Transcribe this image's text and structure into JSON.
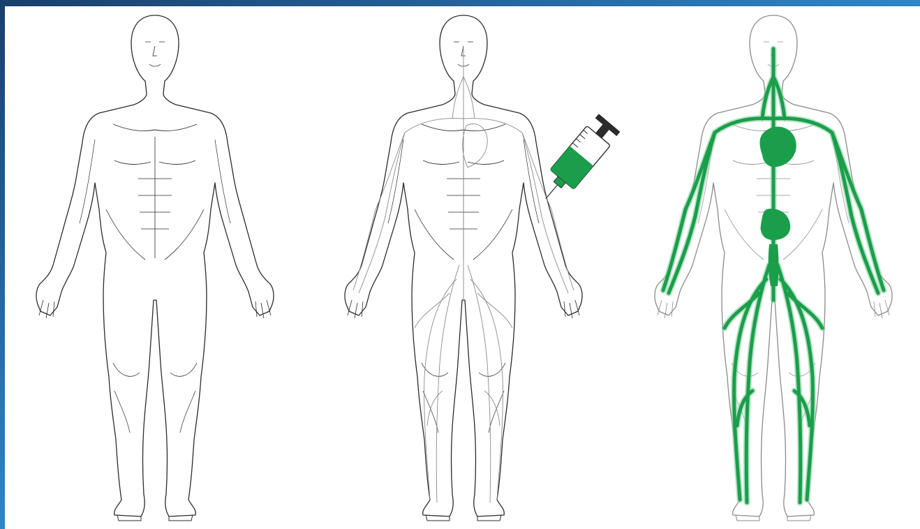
{
  "colors": {
    "line_art": "#2b2b2b",
    "line_art_light": "#8a8a8a",
    "contrast_green": "#1b9e4b",
    "contrast_green_light": "#7ccf99",
    "syringe_barrel": "#ffffff",
    "frame_blue_dark": "#1a3f6b",
    "frame_blue_light": "#2f86c8",
    "background": "#ffffff"
  },
  "panels": [
    {
      "name": "figure-plain",
      "icon": "human-body-outline-icon"
    },
    {
      "name": "figure-injection",
      "icon": "human-body-vessels-icon",
      "accessory": "syringe-icon"
    },
    {
      "name": "figure-contrast",
      "icon": "human-body-contrast-vessels-icon"
    }
  ]
}
